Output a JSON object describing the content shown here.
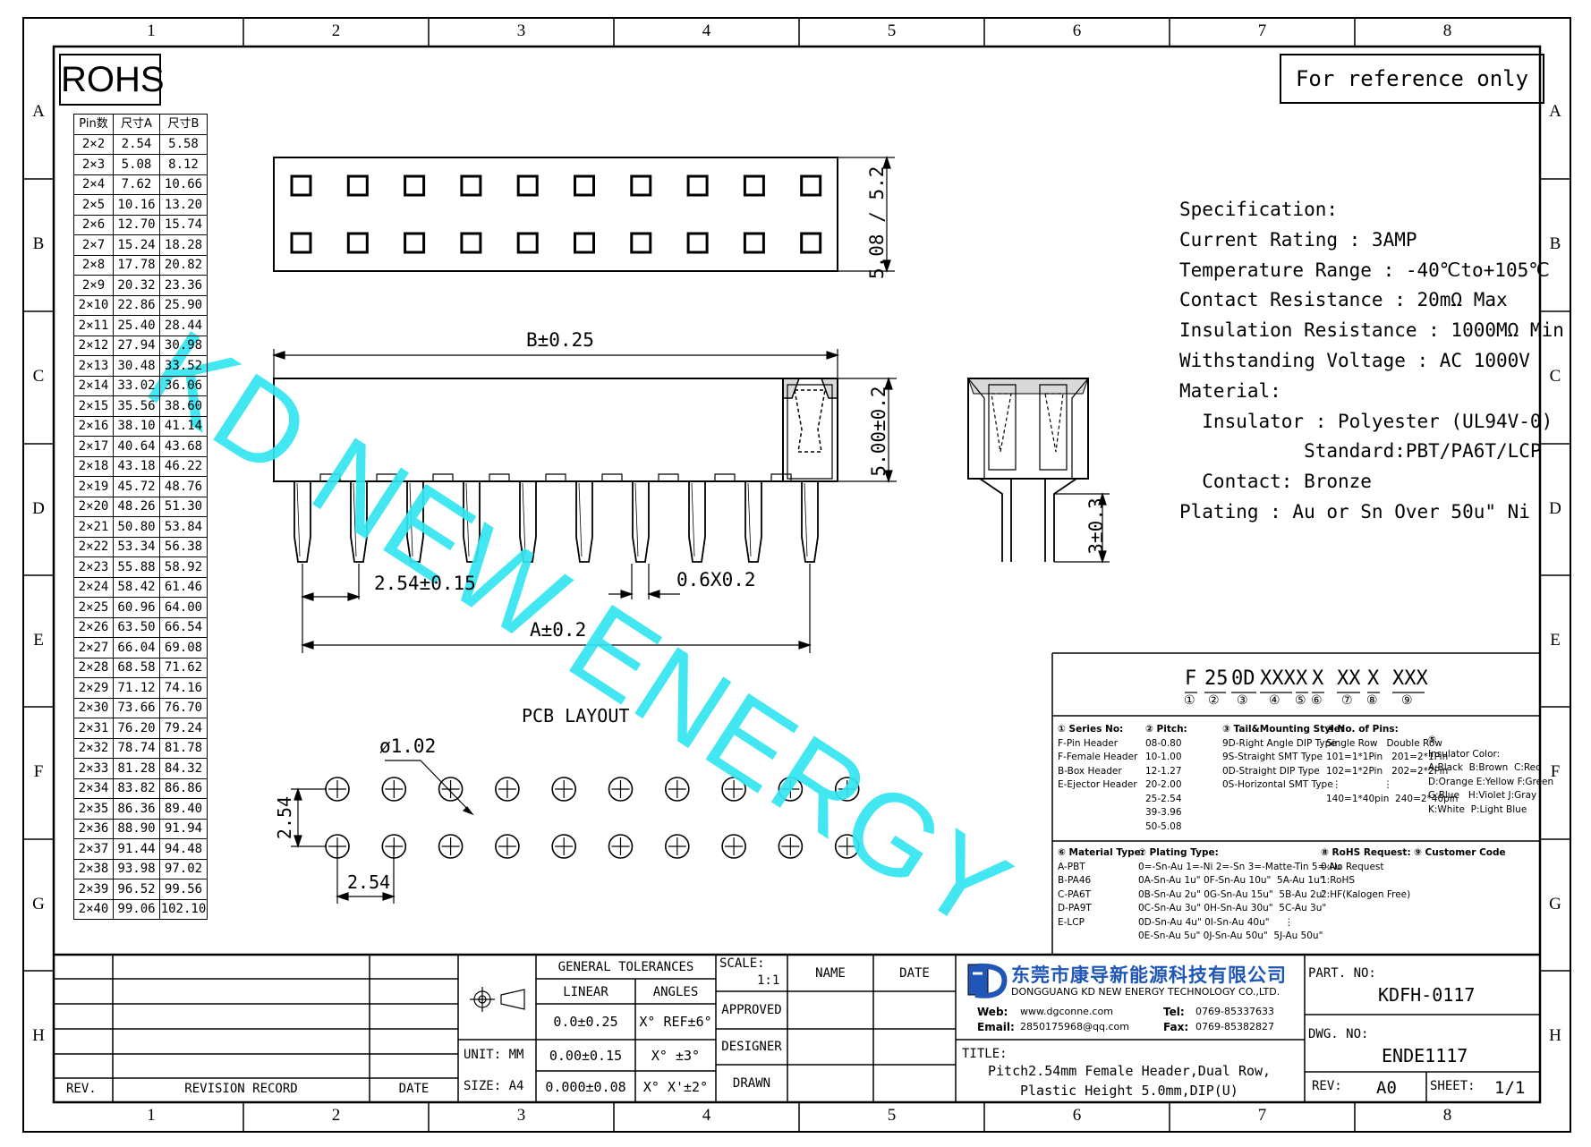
{
  "border": {
    "columns": [
      "1",
      "2",
      "3",
      "4",
      "5",
      "6",
      "7",
      "8"
    ],
    "rows": [
      "A",
      "B",
      "C",
      "D",
      "E",
      "F",
      "G",
      "H"
    ]
  },
  "rohs_label": "ROHS",
  "reference_note": "For reference only",
  "dimension_table": {
    "headers": [
      "Pin数",
      "尺寸A",
      "尺寸B"
    ],
    "rows": [
      [
        "2×2",
        "2.54",
        "5.58"
      ],
      [
        "2×3",
        "5.08",
        "8.12"
      ],
      [
        "2×4",
        "7.62",
        "10.66"
      ],
      [
        "2×5",
        "10.16",
        "13.20"
      ],
      [
        "2×6",
        "12.70",
        "15.74"
      ],
      [
        "2×7",
        "15.24",
        "18.28"
      ],
      [
        "2×8",
        "17.78",
        "20.82"
      ],
      [
        "2×9",
        "20.32",
        "23.36"
      ],
      [
        "2×10",
        "22.86",
        "25.90"
      ],
      [
        "2×11",
        "25.40",
        "28.44"
      ],
      [
        "2×12",
        "27.94",
        "30.98"
      ],
      [
        "2×13",
        "30.48",
        "33.52"
      ],
      [
        "2×14",
        "33.02",
        "36.06"
      ],
      [
        "2×15",
        "35.56",
        "38.60"
      ],
      [
        "2×16",
        "38.10",
        "41.14"
      ],
      [
        "2×17",
        "40.64",
        "43.68"
      ],
      [
        "2×18",
        "43.18",
        "46.22"
      ],
      [
        "2×19",
        "45.72",
        "48.76"
      ],
      [
        "2×20",
        "48.26",
        "51.30"
      ],
      [
        "2×21",
        "50.80",
        "53.84"
      ],
      [
        "2×22",
        "53.34",
        "56.38"
      ],
      [
        "2×23",
        "55.88",
        "58.92"
      ],
      [
        "2×24",
        "58.42",
        "61.46"
      ],
      [
        "2×25",
        "60.96",
        "64.00"
      ],
      [
        "2×26",
        "63.50",
        "66.54"
      ],
      [
        "2×27",
        "66.04",
        "69.08"
      ],
      [
        "2×28",
        "68.58",
        "71.62"
      ],
      [
        "2×29",
        "71.12",
        "74.16"
      ],
      [
        "2×30",
        "73.66",
        "76.70"
      ],
      [
        "2×31",
        "76.20",
        "79.24"
      ],
      [
        "2×32",
        "78.74",
        "81.78"
      ],
      [
        "2×33",
        "81.28",
        "84.32"
      ],
      [
        "2×34",
        "83.82",
        "86.86"
      ],
      [
        "2×35",
        "86.36",
        "89.40"
      ],
      [
        "2×36",
        "88.90",
        "91.94"
      ],
      [
        "2×37",
        "91.44",
        "94.48"
      ],
      [
        "2×38",
        "93.98",
        "97.02"
      ],
      [
        "2×39",
        "96.52",
        "99.56"
      ],
      [
        "2×40",
        "99.06",
        "102.10"
      ]
    ]
  },
  "dimensions": {
    "width_top": "5.08 / 5.2",
    "body_length": "B±0.25",
    "height": "5.00±0.2",
    "pitch": "2.54±0.15",
    "pin_size": "0.6X0.2",
    "pin_span": "A±0.2",
    "tail_length": "3±0.3"
  },
  "pcb_layout": {
    "title": "PCB LAYOUT",
    "hole_dia": "ø1.02",
    "row_pitch": "2.54",
    "col_pitch": "2.54"
  },
  "watermark": "KD NEW ENERGY",
  "specification": [
    "Specification:",
    "Current Rating : 3AMP",
    "Temperature Range : -40℃to+105℃",
    "Contact Resistance : 20mΩ Max",
    "Insulation Resistance : 1000MΩ Min",
    "Withstanding Voltage : AC 1000V",
    "Material:",
    "  Insulator : Polyester (UL94V-0)",
    "           Standard:PBT/PA6T/LCP",
    "  Contact: Bronze",
    "Plating : Au or Sn Over 50u\" Ni"
  ],
  "order_code": {
    "parts": [
      "F",
      "25",
      "0D",
      "XXX",
      "X",
      "X",
      "XX",
      "X",
      "XXX"
    ],
    "markers": [
      "①",
      "②",
      "③",
      "④",
      "⑤",
      "⑥",
      "⑦",
      "⑧",
      "⑨"
    ]
  },
  "notes_top": [
    {
      "head": "① Series No:",
      "lines": [
        "F-Pin Header",
        "F-Female Header",
        "B-Box Header",
        "E-Ejector Header"
      ]
    },
    {
      "head": "② Pitch:",
      "lines": [
        "08-0.80",
        "10-1.00",
        "12-1.27",
        "20-2.00",
        "25-2.54",
        "39-3.96",
        "50-5.08"
      ]
    },
    {
      "head": "③ Tail&Mounting Style:",
      "lines": [
        "9D-Right Angle DIP Type",
        "9S-Straight SMT Type",
        "0D-Straight DIP Type",
        "0S-Horizontal SMT Type"
      ]
    },
    {
      "head": "④ No. of Pins:",
      "lines": [
        "Single Row   Double Row",
        "101=1*1Pin   201=2*1Pin",
        "102=1*2Pin   202=2*2Pin",
        "  ⋮              ⋮",
        "140=1*40pin  240=2*40pin"
      ]
    },
    {
      "head": "⑤",
      "lines": [
        "Insulator Color:",
        "A:Black  B:Brown  C:Red",
        "D:Orange E:Yellow F:Green",
        "G:Blue   H:Violet J:Gray",
        "K:White  P:Light Blue"
      ]
    }
  ],
  "notes_bottom": [
    {
      "head": "⑥ Material Type:",
      "lines": [
        "A-PBT",
        "B-PA46",
        "C-PA6T",
        "D-PA9T",
        "E-LCP"
      ]
    },
    {
      "head": "⑦ Plating Type:",
      "lines": [
        "0=-Sn-Au 1=-Ni 2=-Sn 3=-Matte-Tin 5=-Au",
        "0A-Sn-Au 1u\" 0F-Sn-Au 10u\"  5A-Au 1u\"",
        "0B-Sn-Au 2u\" 0G-Sn-Au 15u\"  5B-Au 2u\"",
        "0C-Sn-Au 3u\" 0H-Sn-Au 30u\"  5C-Au 3u\"",
        "0D-Sn-Au 4u\" 0I-Sn-Au 40u\"     ⋮",
        "0E-Sn-Au 5u\" 0J-Sn-Au 50u\"  5J-Au 50u\""
      ]
    },
    {
      "head": "⑧ RoHS Request:",
      "lines": [
        "0:No Request",
        "1:RoHS",
        "2:HF(Kalogen Free)"
      ]
    },
    {
      "head": "⑨ Customer Code",
      "lines": []
    }
  ],
  "title_block": {
    "general_tolerances": "GENERAL TOLERANCES",
    "linear": "LINEAR",
    "angles": "ANGLES",
    "tol_lin": [
      "0.0±0.25",
      "0.00±0.15",
      "0.000±0.08"
    ],
    "tol_ang": [
      "X° REF±6°",
      "X° ±3°",
      "X° X'±2°"
    ],
    "unit": "UNIT: MM",
    "size": "SIZE: A4",
    "scale_label": "SCALE:",
    "scale_value": "1:1",
    "name": "NAME",
    "date": "DATE",
    "approved": "APPROVED",
    "designer": "DESIGNER",
    "drawn": "DRAWN",
    "rev_label": "REV.",
    "revision_record": "REVISION RECORD",
    "rev_date": "DATE",
    "company_cn": "东莞市康导新能源科技有限公司",
    "company_en": "DONGGUANG KD NEW ENERGY TECHNOLOGY CO.,LTD.",
    "web_label": "Web:",
    "web": "www.dgconne.com",
    "tel_label": "Tel:",
    "tel": "0769-85337633",
    "email_label": "Email:",
    "email": "2850175968@qq.com",
    "fax_label": "Fax:",
    "fax": "0769-85382827",
    "title_label": "TITLE:",
    "title_line1": "Pitch2.54mm Female Header,Dual Row,",
    "title_line2": "Plastic Height 5.0mm,DIP(U)",
    "part_no_label": "PART. NO:",
    "part_no": "KDFH-0117",
    "dwg_no_label": "DWG. NO:",
    "dwg_no": "ENDE1117",
    "rev2_label": "REV:",
    "rev": "A0",
    "sheet_label": "SHEET:",
    "sheet": "1/1"
  }
}
